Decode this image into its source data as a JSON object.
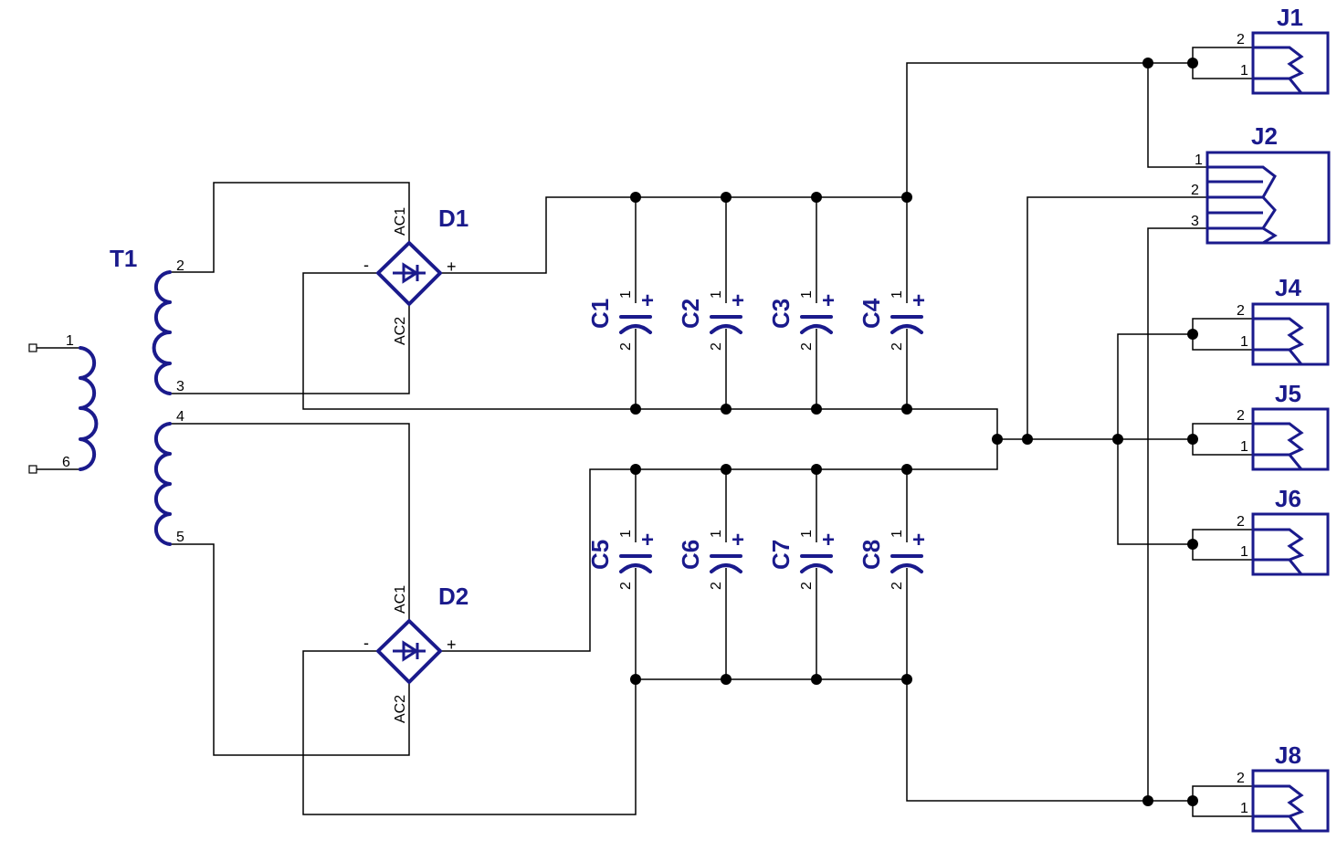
{
  "transformer": {
    "ref": "T1",
    "pins": {
      "p1": "1",
      "p6": "6",
      "p2": "2",
      "p3": "3",
      "p4": "4",
      "p5": "5"
    }
  },
  "bridges": [
    {
      "ref": "D1",
      "ac1": "AC1",
      "ac2": "AC2",
      "minus": "-",
      "plus": "+"
    },
    {
      "ref": "D2",
      "ac1": "AC1",
      "ac2": "AC2",
      "minus": "-",
      "plus": "+"
    }
  ],
  "capacitors": [
    {
      "ref": "C1",
      "pin1": "1",
      "pin2": "2",
      "polarity": "+"
    },
    {
      "ref": "C2",
      "pin1": "1",
      "pin2": "2",
      "polarity": "+"
    },
    {
      "ref": "C3",
      "pin1": "1",
      "pin2": "2",
      "polarity": "+"
    },
    {
      "ref": "C4",
      "pin1": "1",
      "pin2": "2",
      "polarity": "+"
    },
    {
      "ref": "C5",
      "pin1": "1",
      "pin2": "2",
      "polarity": "+"
    },
    {
      "ref": "C6",
      "pin1": "1",
      "pin2": "2",
      "polarity": "+"
    },
    {
      "ref": "C7",
      "pin1": "1",
      "pin2": "2",
      "polarity": "+"
    },
    {
      "ref": "C8",
      "pin1": "1",
      "pin2": "2",
      "polarity": "+"
    }
  ],
  "connectors": {
    "j1": {
      "ref": "J1",
      "pinA": "2",
      "pinB": "1"
    },
    "j2": {
      "ref": "J2",
      "pinA": "1",
      "pinB": "2",
      "pinC": "3"
    },
    "j4": {
      "ref": "J4",
      "pinA": "2",
      "pinB": "1"
    },
    "j5": {
      "ref": "J5",
      "pinA": "2",
      "pinB": "1"
    },
    "j6": {
      "ref": "J6",
      "pinA": "2",
      "pinB": "1"
    },
    "j8": {
      "ref": "J8",
      "pinA": "2",
      "pinB": "1"
    }
  },
  "colors": {
    "symbol": "#1a1a8c",
    "wire": "#000000"
  }
}
